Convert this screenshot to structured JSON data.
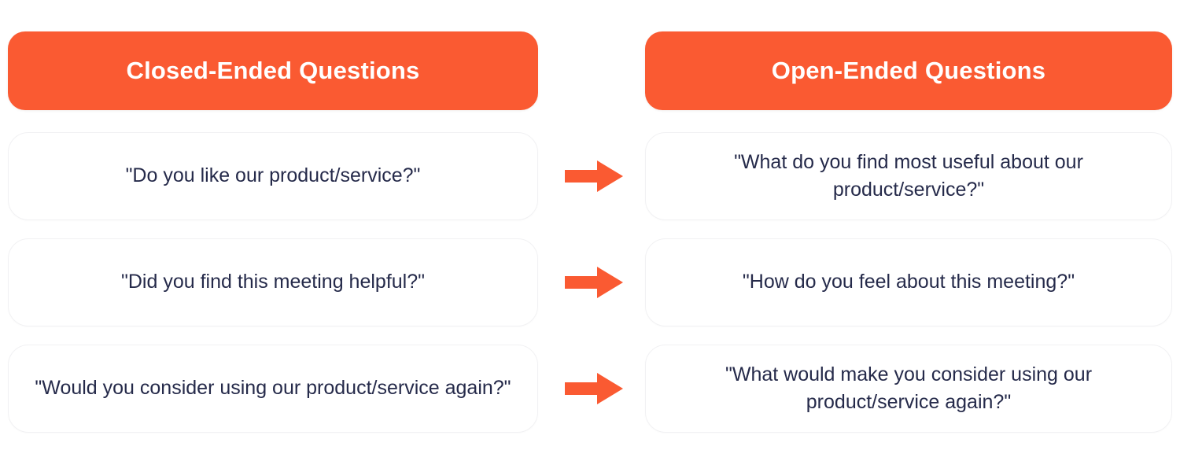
{
  "theme": {
    "accent_orange": "#FA5A32",
    "text_navy": "#252A4A",
    "card_border": "#F1F1F3",
    "background": "#FFFFFF",
    "header_text": "#FFFFFF"
  },
  "columns": {
    "left": {
      "header": "Closed-Ended Questions",
      "cards": [
        "\"Do you like our product/service?\"",
        "\"Did you find this meeting helpful?\"",
        "\"Would you consider using our product/service again?\""
      ]
    },
    "right": {
      "header": "Open-Ended Questions",
      "cards": [
        "\"What do you find most useful about our product/service?\"",
        "\"How do you feel about this meeting?\"",
        "\"What would make you consider using our product/service again?\""
      ]
    }
  },
  "arrows": [
    {
      "icon": "arrow-right-icon",
      "color": "#FA5A32"
    },
    {
      "icon": "arrow-right-icon",
      "color": "#FA5A32"
    },
    {
      "icon": "arrow-right-icon",
      "color": "#FA5A32"
    }
  ]
}
